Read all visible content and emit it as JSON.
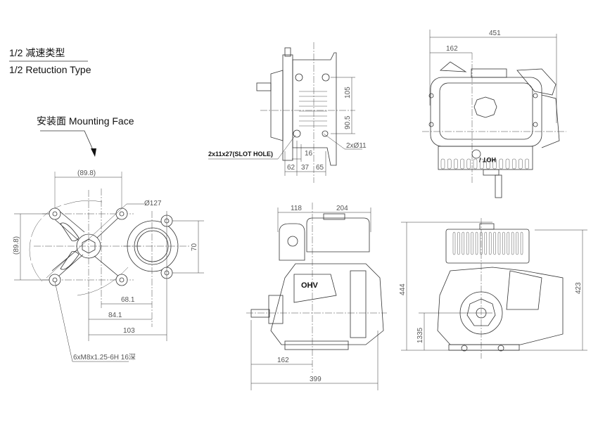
{
  "titles": {
    "cn": "1/2 减速类型",
    "en": "1/2 Retuction Type",
    "mounting_face": "安装面 Mounting Face"
  },
  "mounting_view": {
    "dim_top": "(89.8)",
    "dim_left": "(89.8)",
    "dia": "Ø127",
    "dim_70": "70",
    "dim_68": "68.1",
    "dim_84": "84.1",
    "dim_103": "103",
    "thread_note": "6xM8x1.25-6H 16深"
  },
  "side_view": {
    "dim_105": "105",
    "dim_905": "90.5",
    "slot_note": "2x11x27(SLOT HOLE)",
    "hole_note": "2xØ11",
    "dim_16": "16",
    "dim_62": "62",
    "dim_37": "37",
    "dim_65": "65"
  },
  "top_view": {
    "dim_451": "451",
    "dim_162": "162",
    "hot_label": "HOT /"
  },
  "front_view": {
    "dim_118": "118",
    "dim_204": "204",
    "dim_162": "162",
    "dim_399": "399",
    "ohv_label": "OHV"
  },
  "rear_view": {
    "dim_444": "444",
    "dim_423": "423",
    "dim_1335": "1335"
  }
}
